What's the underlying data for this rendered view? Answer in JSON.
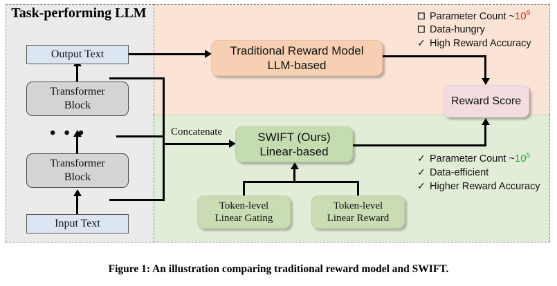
{
  "figure": {
    "caption": "Figure 1: An illustration comparing traditional reward model and SWIFT."
  },
  "panels": {
    "llm": {
      "title": "Task-performing\nLLM",
      "background": "#ebebeb"
    },
    "traditional": {
      "background": "#fbe3d6"
    },
    "swift": {
      "background": "#e2edd7"
    }
  },
  "boxes": {
    "output_text": "Output Text",
    "input_text": "Input Text",
    "transformer_top": "Transformer\nBlock",
    "transformer_bottom": "Transformer\nBlock",
    "ellipsis": "• • •",
    "traditional_reward_model": "Traditional Reward Model\nLLM-based",
    "swift": "SWIFT (Ours)\nLinear-based",
    "reward_score": "Reward Score",
    "token_gating": "Token-level\nLinear Gating",
    "token_reward": "Token-level\nLinear Reward"
  },
  "labels": {
    "concatenate": "Concatenate"
  },
  "traditional_list": [
    {
      "mark": "☐",
      "mark_type": "square",
      "text": "Parameter Count ~ ",
      "exponent_base": "10",
      "exponent_sup": "9",
      "exponent_color": "#e8231a"
    },
    {
      "mark": "☐",
      "mark_type": "square",
      "text": "Data-hungry"
    },
    {
      "mark": "✓",
      "mark_type": "check",
      "text": "High Reward Accuracy"
    }
  ],
  "swift_list": [
    {
      "mark": "✓",
      "mark_type": "check",
      "text": "Parameter Count ~ ",
      "exponent_base": "10",
      "exponent_sup": "5",
      "exponent_color": "#14a33c"
    },
    {
      "mark": "✓",
      "mark_type": "check",
      "text": "Data-efficient"
    },
    {
      "mark": "✓",
      "mark_type": "check",
      "text": "Higher Reward Accuracy"
    }
  ],
  "colors": {
    "traditional_panel": "#fbe3d6",
    "swift_panel": "#e2edd7",
    "llm_panel": "#ebebeb",
    "io_box": "#dce6f2",
    "transformer_box": "#d4d4d4",
    "reward_model_box": "#f7cfb2",
    "swift_box": "#c5dbb0",
    "score_box": "#f2dcdf",
    "token_box": "#c9dcb4",
    "red_exponent": "#e8231a",
    "green_exponent": "#14a33c"
  }
}
